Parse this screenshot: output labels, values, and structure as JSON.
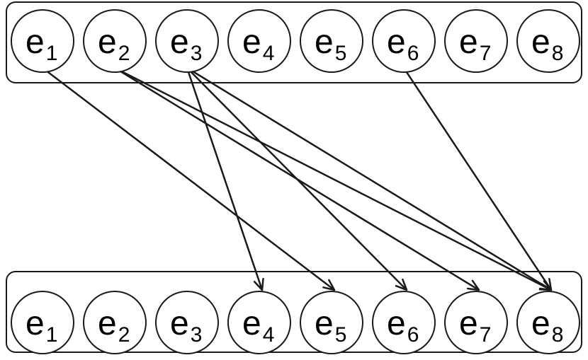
{
  "diagram": {
    "top_row": {
      "nodes": [
        {
          "id": "t1",
          "base": "e",
          "sub": "1"
        },
        {
          "id": "t2",
          "base": "e",
          "sub": "2"
        },
        {
          "id": "t3",
          "base": "e",
          "sub": "3"
        },
        {
          "id": "t4",
          "base": "e",
          "sub": "4"
        },
        {
          "id": "t5",
          "base": "e",
          "sub": "5"
        },
        {
          "id": "t6",
          "base": "e",
          "sub": "6"
        },
        {
          "id": "t7",
          "base": "e",
          "sub": "7"
        },
        {
          "id": "t8",
          "base": "e",
          "sub": "8"
        }
      ]
    },
    "bottom_row": {
      "nodes": [
        {
          "id": "b1",
          "base": "e",
          "sub": "1"
        },
        {
          "id": "b2",
          "base": "e",
          "sub": "2"
        },
        {
          "id": "b3",
          "base": "e",
          "sub": "3"
        },
        {
          "id": "b4",
          "base": "e",
          "sub": "4"
        },
        {
          "id": "b5",
          "base": "e",
          "sub": "5"
        },
        {
          "id": "b6",
          "base": "e",
          "sub": "6"
        },
        {
          "id": "b7",
          "base": "e",
          "sub": "7"
        },
        {
          "id": "b8",
          "base": "e",
          "sub": "8"
        }
      ]
    },
    "edges": [
      {
        "from": "t1",
        "to": "b5"
      },
      {
        "from": "t2",
        "to": "b7"
      },
      {
        "from": "t2",
        "to": "b8"
      },
      {
        "from": "t3",
        "to": "b4"
      },
      {
        "from": "t3",
        "to": "b6"
      },
      {
        "from": "t3",
        "to": "b8"
      },
      {
        "from": "t6",
        "to": "b8"
      }
    ],
    "colors": {
      "stroke": "#1a1a1a",
      "text": "#000000",
      "background": "#ffffff"
    }
  }
}
